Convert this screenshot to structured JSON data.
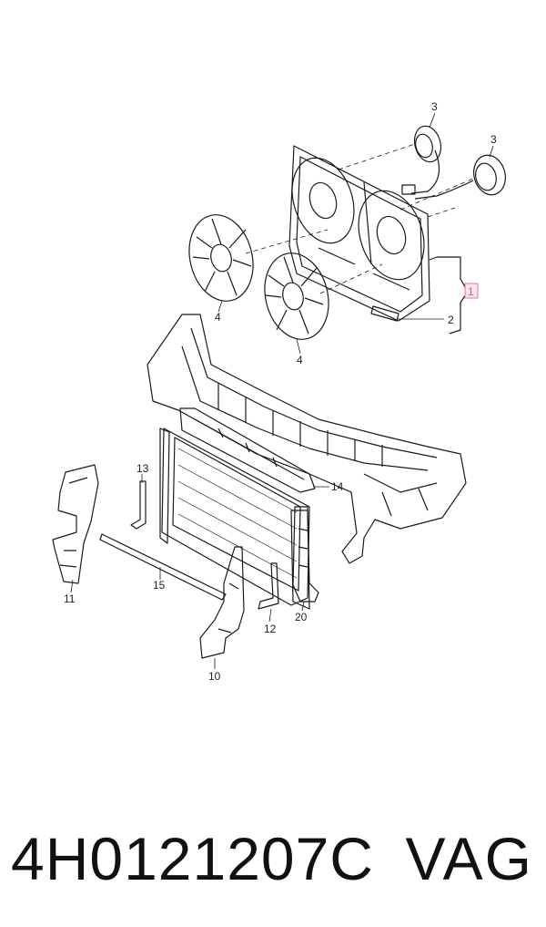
{
  "callouts": {
    "c1": "1",
    "c2": "2",
    "c3a": "3",
    "c3b": "3",
    "c4a": "4",
    "c4b": "4",
    "c10": "10",
    "c11": "11",
    "c12": "12",
    "c13": "13",
    "c14": "14",
    "c15": "15",
    "c20": "20"
  },
  "footer": {
    "part_number": "4H0121207C",
    "brand": "VAG"
  },
  "colors": {
    "line": "#1a1a1a",
    "highlight": "#e05a7a",
    "highlight_fill": "#fbe3ea"
  }
}
